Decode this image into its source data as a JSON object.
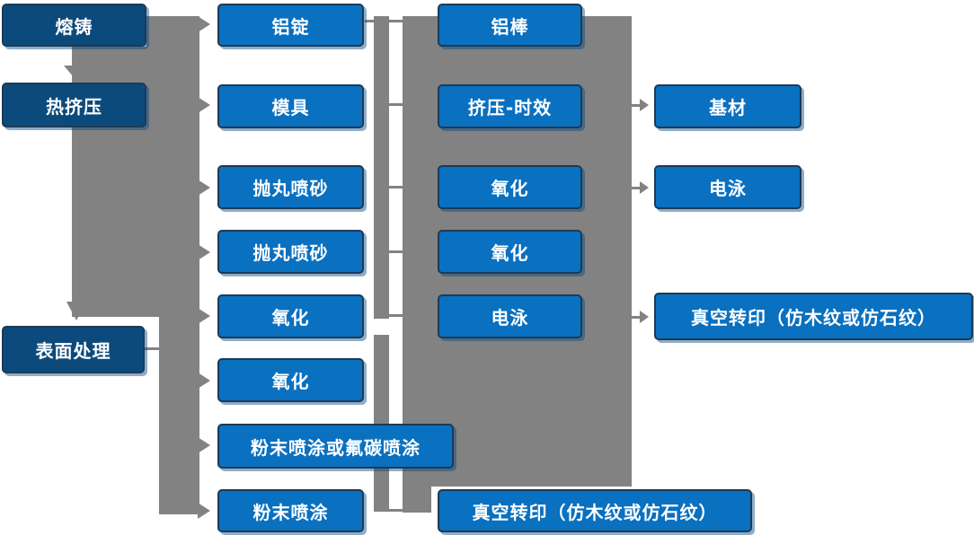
{
  "diagram": {
    "type": "process-flowchart",
    "language": "zh-CN",
    "colors": {
      "stage_box_fill": "#0d4a7c",
      "process_box_fill": "#0a70c0",
      "box_border": "#1c3a56",
      "box_text": "#ffffff",
      "connector": "#828282",
      "background": "#ffffff"
    },
    "nodes": {
      "stage1": {
        "label": "熔铸"
      },
      "stage2": {
        "label": "热挤压"
      },
      "stage3": {
        "label": "表面处理"
      },
      "prep1": {
        "label": "铝锭"
      },
      "prep2": {
        "label": "模具"
      },
      "prep3": {
        "label": "抛丸喷砂"
      },
      "prep4": {
        "label": "抛丸喷砂"
      },
      "prep5": {
        "label": "氧化"
      },
      "prep6": {
        "label": "氧化"
      },
      "prep7": {
        "label": "粉末喷涂或氟碳喷涂"
      },
      "prep8": {
        "label": "粉末喷涂"
      },
      "mid1": {
        "label": "铝棒"
      },
      "mid2": {
        "label": "挤压-时效"
      },
      "mid3": {
        "label": "氧化"
      },
      "mid4": {
        "label": "氧化"
      },
      "mid5": {
        "label": "电泳"
      },
      "mid6": {
        "label": "真空转印（仿木纹或仿石纹）"
      },
      "out1": {
        "label": "基材"
      },
      "out2": {
        "label": "电泳"
      },
      "out3": {
        "label": "真空转印（仿木纹或仿石纹）"
      }
    }
  }
}
